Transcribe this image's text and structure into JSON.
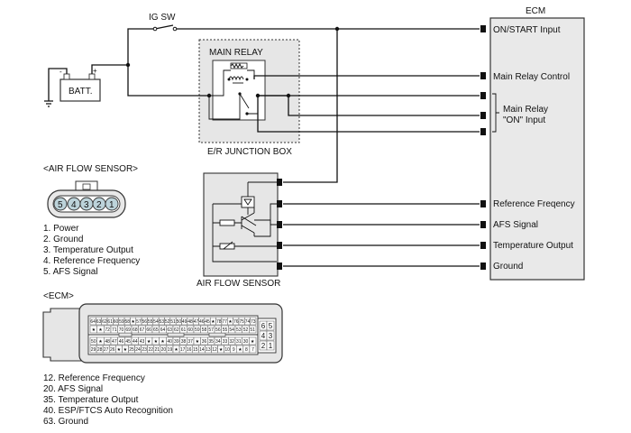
{
  "labels": {
    "ig_sw": "IG SW",
    "batt": "BATT.",
    "main_relay": "MAIN RELAY",
    "er_junction_box": "E/R JUNCTION BOX",
    "ecm": "ECM",
    "air_flow_sensor": "AIR FLOW SENSOR"
  },
  "ecm_pins": {
    "on_start": "ON/START Input",
    "main_relay_control": "Main Relay Control",
    "main_relay_on_1": "Main Relay",
    "main_relay_on_2": "\"ON\" Input",
    "reference_freq": "Reference Freqency",
    "afs_signal": "AFS Signal",
    "temperature_output": "Temperature Output",
    "ground": "Ground"
  },
  "afs_connector": {
    "title": "<AIR FLOW SENSOR>",
    "pins": [
      "5",
      "4",
      "3",
      "2",
      "1"
    ],
    "legend": [
      "1. Power",
      "2. Ground",
      "3. Temperature Output",
      "4. Reference Frequency",
      "5. AFS Signal"
    ]
  },
  "ecm_connector": {
    "title": "<ECM>",
    "row1": [
      "64",
      "63",
      "62",
      "61",
      "60",
      "59",
      "58",
      "★",
      "57",
      "56",
      "55",
      "54",
      "53",
      "52",
      "51",
      "50",
      "49",
      "48",
      "47",
      "46",
      "45",
      "★",
      "78",
      "77",
      "★",
      "76",
      "75",
      "74",
      "73"
    ],
    "row2": [
      "★",
      "★",
      "72",
      "71",
      "70",
      "69",
      "68",
      "67",
      "66",
      "65",
      "64",
      "63",
      "62",
      "61",
      "60",
      "59",
      "58",
      "57",
      "56",
      "55",
      "54",
      "53",
      "52",
      "51"
    ],
    "row3": [
      "50",
      "★",
      "48",
      "47",
      "46",
      "45",
      "44",
      "43",
      "★",
      "★",
      "★",
      "40",
      "39",
      "38",
      "37",
      "★",
      "36",
      "35",
      "34",
      "33",
      "32",
      "31",
      "30",
      "★"
    ],
    "row4": [
      "29",
      "28",
      "27",
      "26",
      "★",
      "★",
      "25",
      "24",
      "23",
      "22",
      "21",
      "20",
      "19",
      "★",
      "17",
      "16",
      "15",
      "14",
      "13",
      "12",
      "★",
      "10",
      "9",
      "★",
      "8",
      "7"
    ],
    "side": [
      "6",
      "5",
      "4",
      "3",
      "2",
      "1"
    ],
    "legend": [
      "12. Reference Frequency",
      "20. AFS Signal",
      "35. Temperature Output",
      "40. ESP/FTCS Auto Recognition",
      "63. Ground"
    ]
  }
}
